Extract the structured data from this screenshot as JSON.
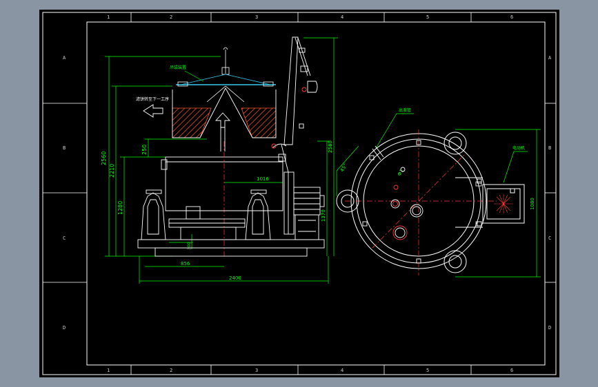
{
  "colors": {
    "background": "#8a95a3",
    "sheet": "#000000",
    "frame": "#ffffff",
    "dimension": "#00ff00",
    "centerline": "#ff3b3b",
    "basket": "#33c9f0",
    "hatch": "#ff5a2a"
  },
  "frame": {
    "column_labels": [
      "1",
      "2",
      "3",
      "4",
      "5",
      "6"
    ],
    "row_labels": [
      "A",
      "B",
      "C",
      "D"
    ]
  },
  "side_view": {
    "dimensions": {
      "overall_height": "2560",
      "height_2": "2210",
      "height_3": "1280",
      "lift_height": "250",
      "drum_radius": "1016",
      "right_height_1": "2580",
      "right_height_2": "1370",
      "base_width": "856",
      "overall_width": "2400",
      "base_height": "300"
    },
    "labels": {
      "basket_lift": "吊袋装置",
      "transfer_note": "滤饼转至下一工序"
    }
  },
  "top_view": {
    "labels": {
      "discharge": "出液管",
      "motor": "电动机"
    },
    "dimensions": {
      "diameter": "Φ1",
      "angle": "45°",
      "motor_span": "1080"
    }
  }
}
